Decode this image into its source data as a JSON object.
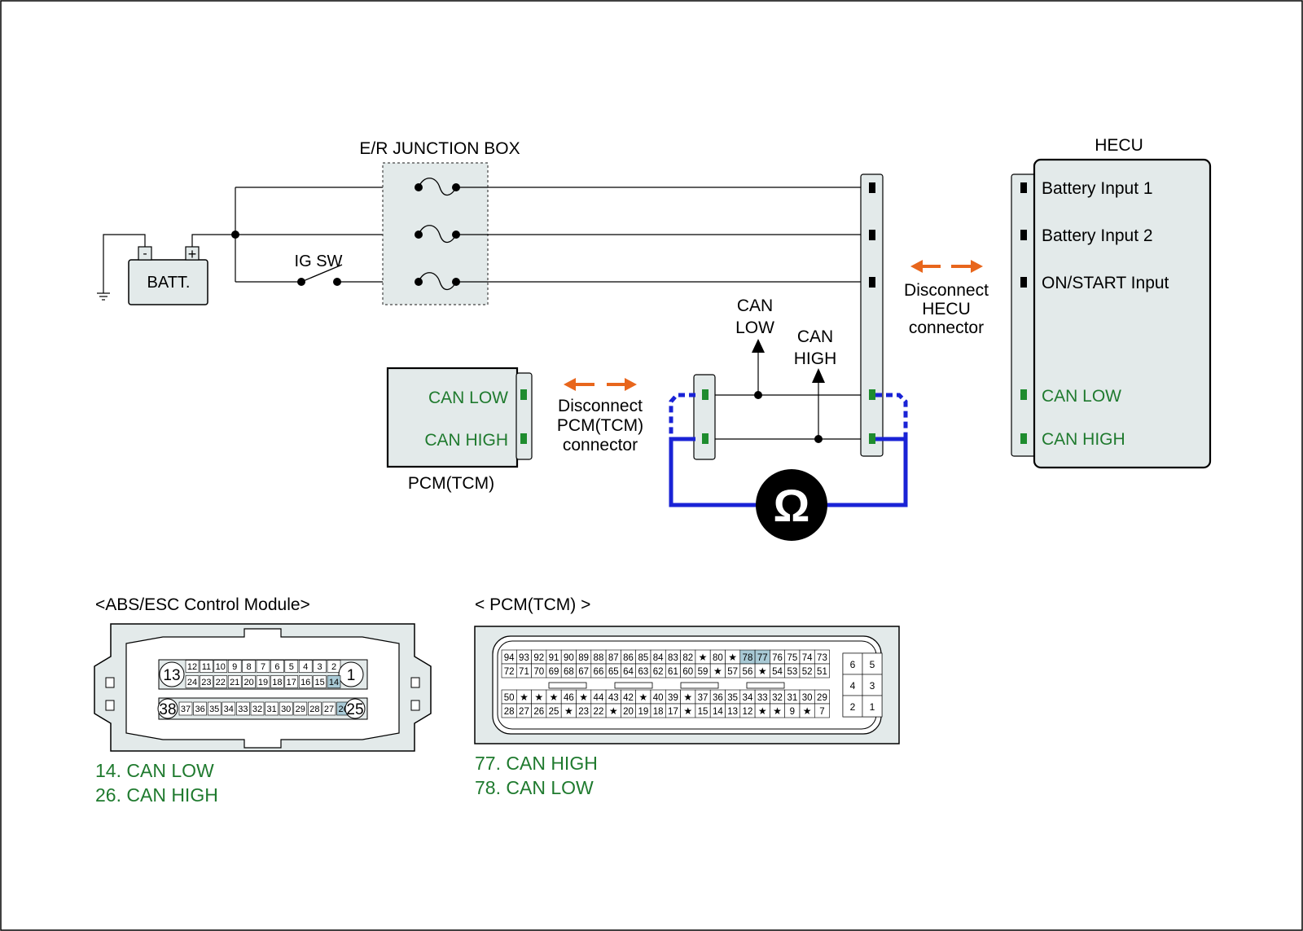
{
  "header": {
    "junction_box_title": "E/R JUNCTION BOX",
    "ig_sw_label": "IG SW",
    "battery_label": "BATT.",
    "battery_minus": "-",
    "battery_plus": "+"
  },
  "hecu": {
    "title": "HECU",
    "pins": [
      "Battery Input 1",
      "Battery Input 2",
      "ON/START Input",
      "CAN LOW",
      "CAN HIGH"
    ]
  },
  "pcm": {
    "title": "PCM(TCM)",
    "pins": [
      "CAN LOW",
      "CAN HIGH"
    ]
  },
  "annotations": {
    "can_low_lines": [
      "CAN",
      "LOW"
    ],
    "can_high_lines": [
      "CAN",
      "HIGH"
    ],
    "disconnect_hecu_lines": [
      "Disconnect",
      "HECU",
      "connector"
    ],
    "disconnect_pcm_lines": [
      "Disconnect",
      "PCM(TCM)",
      "connector"
    ],
    "ohm_symbol": "Ω"
  },
  "abs_connector": {
    "title": "<ABS/ESC Control Module>",
    "row1": [
      "13",
      "12",
      "11",
      "10",
      "9",
      "8",
      "7",
      "6",
      "5",
      "4",
      "3",
      "2",
      "1"
    ],
    "row2": [
      "24",
      "23",
      "22",
      "21",
      "20",
      "19",
      "18",
      "17",
      "16",
      "15",
      "14"
    ],
    "row3": [
      "38",
      "37",
      "36",
      "35",
      "34",
      "33",
      "32",
      "31",
      "30",
      "29",
      "28",
      "27",
      "26",
      "25"
    ],
    "highlight": [
      "14",
      "26"
    ],
    "legend": [
      "14. CAN LOW",
      "26. CAN HIGH"
    ]
  },
  "pcm_connector": {
    "title": "< PCM(TCM) >",
    "row1": [
      "94",
      "93",
      "92",
      "91",
      "90",
      "89",
      "88",
      "87",
      "86",
      "85",
      "84",
      "83",
      "82",
      "★",
      "80",
      "★",
      "78",
      "77",
      "76",
      "75",
      "74",
      "73"
    ],
    "row2": [
      "72",
      "71",
      "70",
      "69",
      "68",
      "67",
      "66",
      "65",
      "64",
      "63",
      "62",
      "61",
      "60",
      "59",
      "★",
      "57",
      "56",
      "★",
      "54",
      "53",
      "52",
      "51"
    ],
    "row3": [
      "50",
      "★",
      "★",
      "★",
      "46",
      "★",
      "44",
      "43",
      "42",
      "★",
      "40",
      "39",
      "★",
      "37",
      "36",
      "35",
      "34",
      "33",
      "32",
      "31",
      "30",
      "29"
    ],
    "row4": [
      "28",
      "27",
      "26",
      "25",
      "★",
      "23",
      "22",
      "★",
      "20",
      "19",
      "18",
      "17",
      "★",
      "15",
      "14",
      "13",
      "12",
      "★",
      "★",
      "9",
      "★",
      "7"
    ],
    "side_grid": [
      [
        "6",
        "5"
      ],
      [
        "4",
        "3"
      ],
      [
        "2",
        "1"
      ]
    ],
    "highlight": [
      "78",
      "77"
    ],
    "legend": [
      "77. CAN HIGH",
      "78. CAN LOW"
    ]
  },
  "colors": {
    "green_text": "#1f7a2e",
    "blue_wire": "#1a23d6",
    "orange_arrow": "#e8661c",
    "panel_fill": "#e3eaea",
    "highlight_fill": "#a9cad6",
    "pin_green": "#1e8c2e"
  }
}
